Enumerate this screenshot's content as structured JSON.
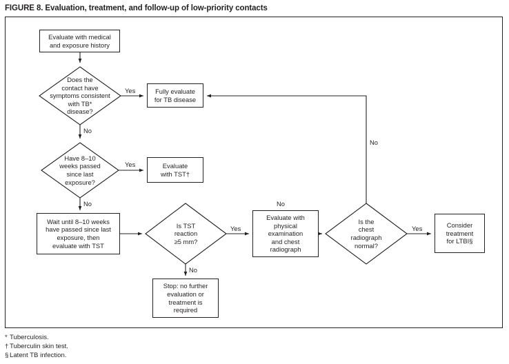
{
  "figure": {
    "title": "FIGURE 8. Evaluation, treatment, and follow-up of low-priority contacts"
  },
  "nodes": {
    "evaluate_history": "Evaluate with medical\nand exposure history",
    "symptoms_decision": "Does the\ncontact have\nsymptoms consistent\nwith TB* \ndisease?",
    "symptoms_decision_plain": "Does the contact have symptoms consistent with TB* disease?",
    "fully_evaluate": "Fully evaluate\nfor TB disease",
    "weeks_decision": "Have 8–10\nweeks passed\nsince last\nexposure?",
    "evaluate_tst": "Evaluate\nwith TST†",
    "wait_until": "Wait until 8–10 weeks\nhave passed since last\nexposure, then\nevaluate with TST",
    "tst_reaction_decision": "Is TST\nreaction\n≥5 mm?",
    "evaluate_physical": "Evaluate with\nphysical\nexamination\nand chest\nradiograph",
    "radiograph_decision": "Is the\nchest\nradiograph\nnormal?",
    "consider_treatment": "Consider\ntreatment\nfor LTBI§",
    "stop_no_further": "Stop: no further\nevaluation or\ntreatment is\nrequired"
  },
  "edge_labels": {
    "symptoms_yes": "Yes",
    "symptoms_no": "No",
    "weeks_yes": "Yes",
    "weeks_no": "No",
    "tst_yes": "Yes",
    "tst_no": "No",
    "radiograph_yes": "Yes",
    "radiograph_no": "No",
    "physical_no": "No"
  },
  "footnotes": [
    {
      "mark": "*",
      "text": "Tuberculosis."
    },
    {
      "mark": "†",
      "text": "Tuberculin skin test."
    },
    {
      "mark": "§",
      "text": "Latent TB infection."
    }
  ],
  "colors": {
    "ink": "#231f20",
    "background": "#ffffff",
    "line": "#231f20"
  }
}
